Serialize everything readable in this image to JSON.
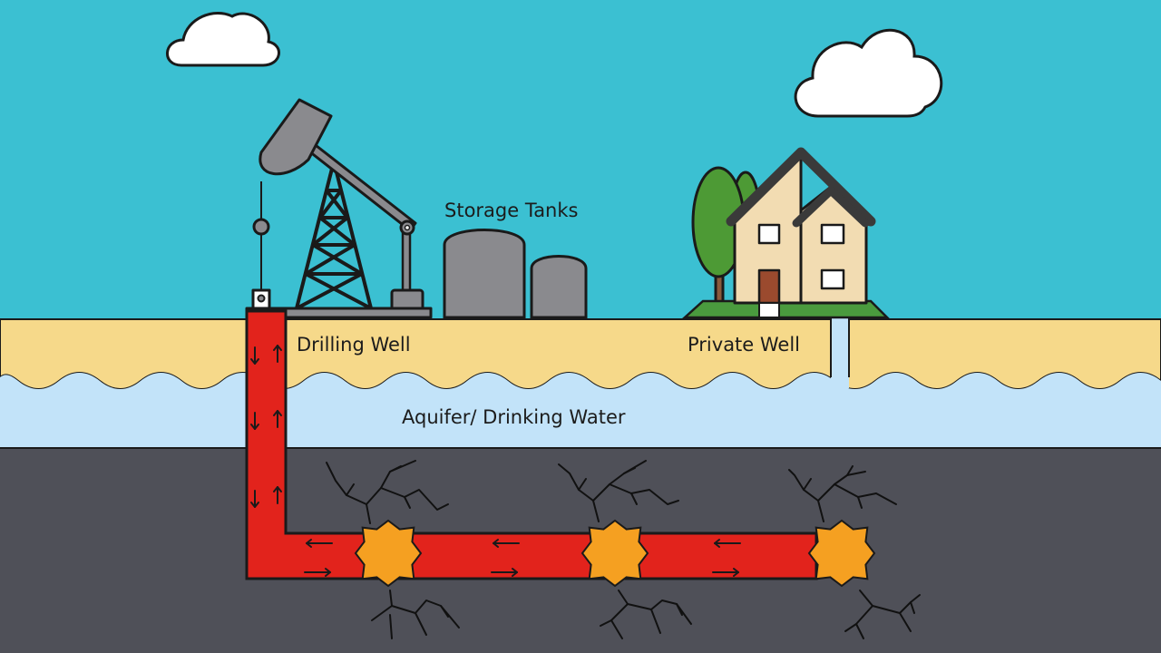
{
  "labels": {
    "storage_tanks": "Storage Tanks",
    "drilling_well": "Drilling Well",
    "private_well": "Private Well",
    "aquifer": "Aquifer/ Drinking Water"
  },
  "colors": {
    "sky": "#3bc0d2",
    "soil": "#f6d98a",
    "aquifer": "#c2e3f9",
    "bedrock": "#4f5058",
    "pipe": "#e2231c",
    "explosion": "#f5a021",
    "equipment": "#8a8a8e",
    "house": "#f2dcb2",
    "roof": "#3a3a3a",
    "tree": "#4d9a35",
    "grass": "#4a9a3e",
    "cloud": "#ffffff"
  },
  "icons": [
    "cloud-icon",
    "pumpjack-icon",
    "storage-tank-icon",
    "house-icon",
    "tree-icon",
    "explosion-icon",
    "fracture-icon",
    "flow-arrow-icon"
  ]
}
